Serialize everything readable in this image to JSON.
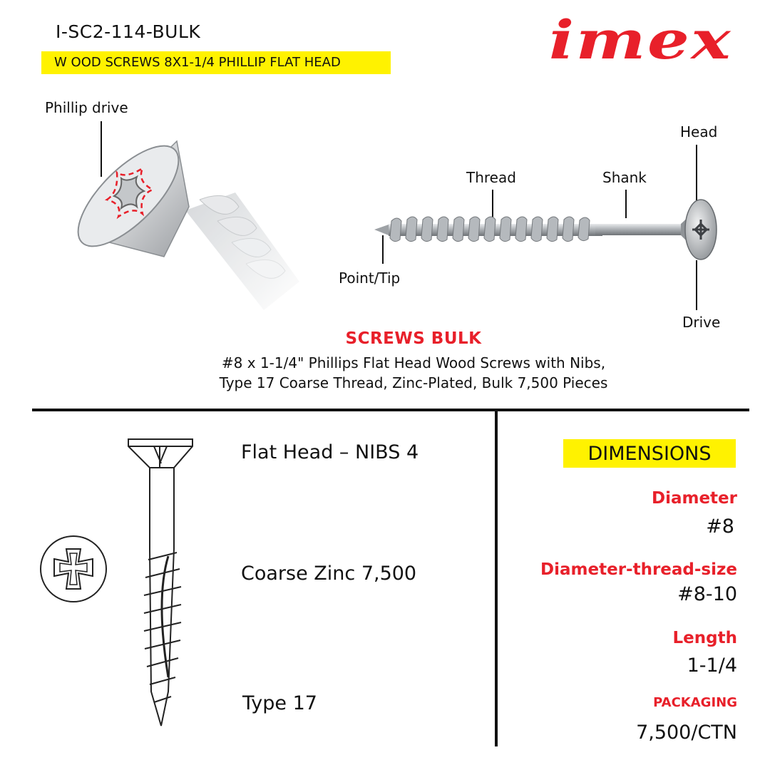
{
  "header": {
    "sku": "I-SC2-114-BULK",
    "banner": "W OOD SCREWS 8X1-1/4 PHILLIP FLAT HEAD",
    "logo": "imex"
  },
  "callouts": {
    "phillip_drive": "Phillip drive",
    "head": "Head",
    "thread": "Thread",
    "shank": "Shank",
    "point_tip": "Point/Tip",
    "drive": "Drive"
  },
  "product": {
    "title": "SCREWS BULK",
    "desc_line1": "#8 x 1-1/4\" Phillips Flat Head Wood Screws with Nibs,",
    "desc_line2": "Type 17 Coarse Thread, Zinc-Plated, Bulk 7,500 Pieces"
  },
  "features": {
    "f1": "Flat Head – NIBS 4",
    "f2": "Coarse Zinc 7,500",
    "f3": "Type 17"
  },
  "dimensions": {
    "heading": "DIMENSIONS",
    "diameter_label": "Diameter",
    "diameter_value": "#8",
    "thread_label": "Diameter-thread-size",
    "thread_value": "#8-10",
    "length_label": "Length",
    "length_value": "1-1/4",
    "packaging_label": "PACKAGING",
    "packaging_value": "7,500/CTN"
  },
  "colors": {
    "accent_red": "#e8202a",
    "highlight_yellow": "#fff200"
  }
}
